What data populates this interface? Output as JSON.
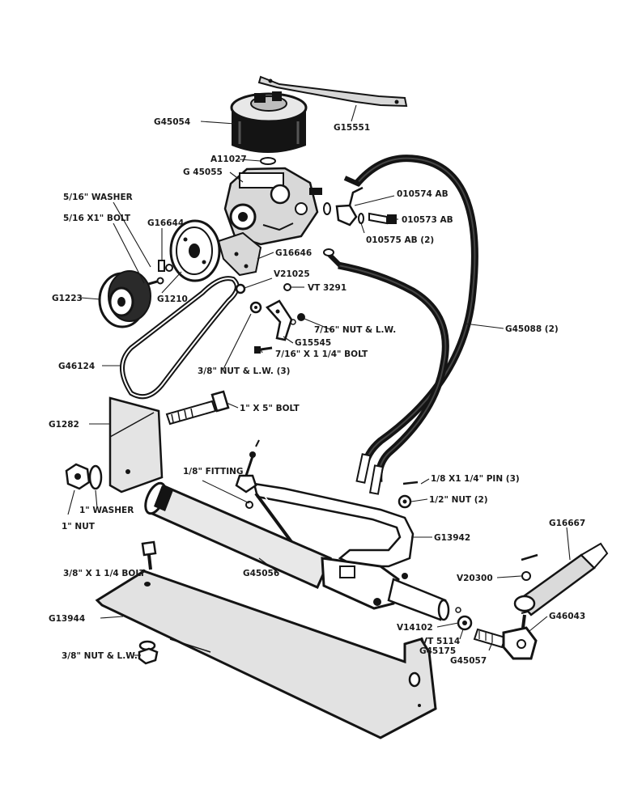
{
  "labels": {
    "reservoir": "G45054",
    "reservoir_strap": "G15551",
    "o_ring": "A11027",
    "pump": "G 45055",
    "washer_small": "5/16\" WASHER",
    "bolt_small": "5/16 X1\" BOLT",
    "key": "G16644",
    "pump_pulley": "G1210",
    "pump_bracket": "G16646",
    "crank_pulley": "G1223",
    "part_v21025": "V21025",
    "part_vt3291": "VT 3291",
    "elbow": "010574 AB",
    "connector": "010573 AB",
    "seal": "010575 AB (2)",
    "nut_lw_small": "7/16\" NUT & L.W.",
    "adjust_strap": "G15545",
    "bolt_adjust": "7/16\" X 1 1/4\" BOLT",
    "hoses": "G45088 (2)",
    "belt": "G46124",
    "nut_lw_three": "3/8\" NUT & L.W. (3)",
    "bolt_large": "1\" X 5\" BOLT",
    "mount_bracket": "G1282",
    "washer_large": "1\" WASHER",
    "nut_large": "1\" NUT",
    "fitting": "1/8\" FITTING",
    "pin": "1/8 X1 1/4\" PIN (3)",
    "nut_half": "1/2\" NUT (2)",
    "support_bar": "G13942",
    "cylinder": "G45056",
    "tie_rod": "G16667",
    "part_v20300": "V20300",
    "bolt_guard": "3/8\" X 1 1/4 BOLT",
    "guard": "G13944",
    "part_v14102": "V14102",
    "part_vt5114": "VT 5114",
    "part_g45175": "G45175",
    "rod_end": "G45057",
    "ball_joint": "G46043",
    "nut_lw_guard": "3/8\" NUT & L.W."
  },
  "colors": {
    "ink": "#141414",
    "paper": "#ffffff",
    "shade": "#d8d8d8"
  }
}
